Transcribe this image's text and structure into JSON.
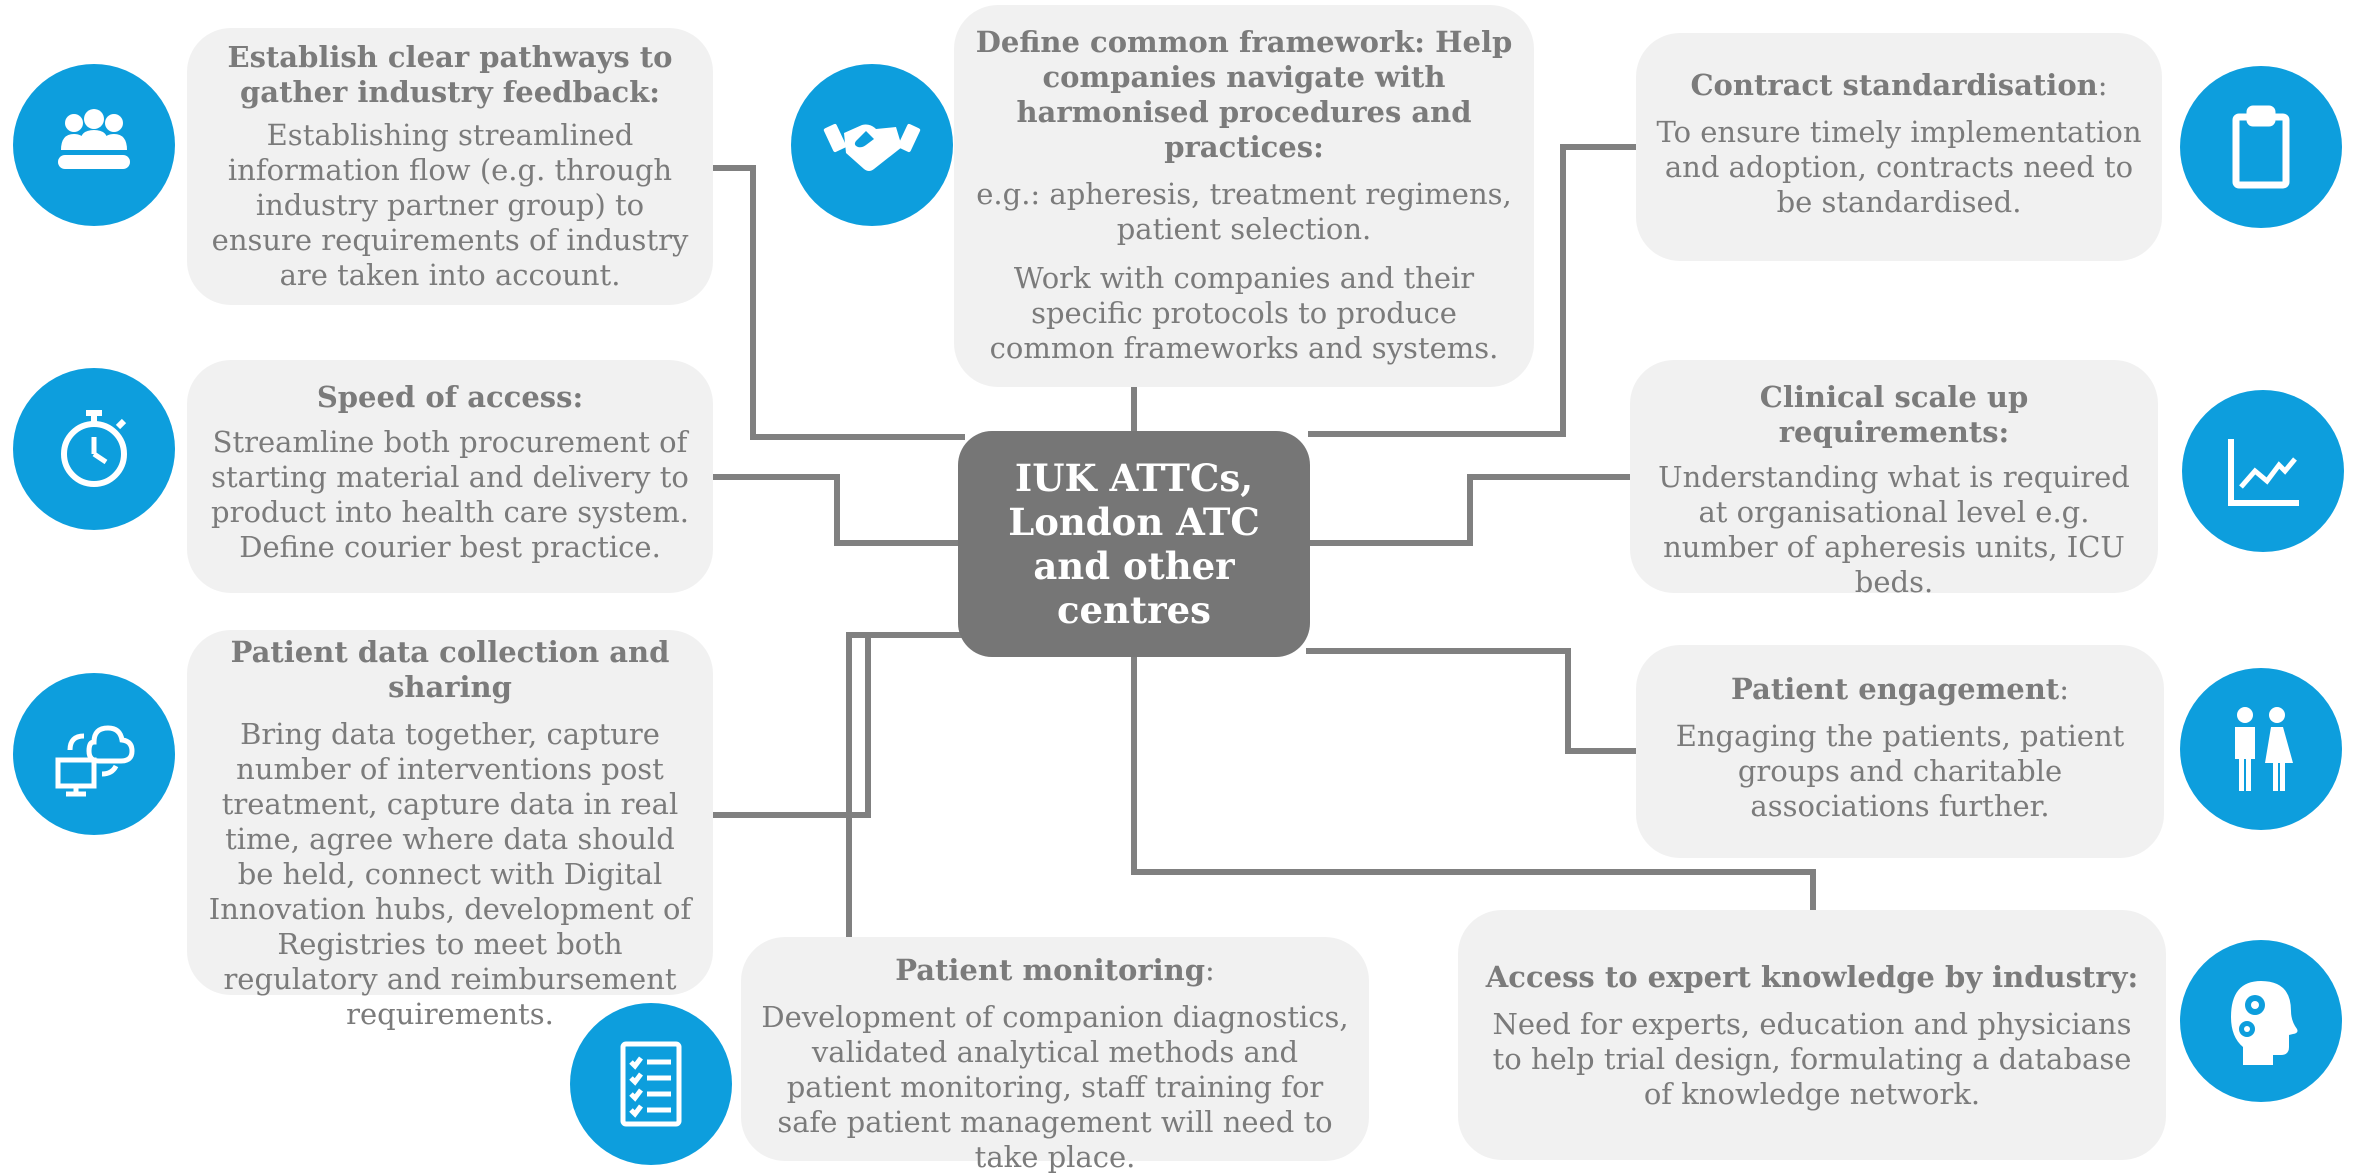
{
  "center": {
    "label": "IUK ATTCs, London ATC and other centres"
  },
  "boxes": {
    "feedback": {
      "title": "Establish clear pathways to gather industry feedback:",
      "title_colon": "",
      "body": "Establishing streamlined information flow (e.g. through industry partner group) to ensure requirements of industry are taken into account."
    },
    "framework": {
      "title": "Define common framework: Help companies navigate with harmonised procedures and practices:",
      "title_colon": "",
      "body1": "e.g.: apheresis, treatment regimens, patient selection.",
      "body2": "Work with companies and their specific protocols to produce common frameworks and systems."
    },
    "contract": {
      "title": "Contract standardisation",
      "title_colon": ":",
      "body": "To ensure timely implementation and adoption, contracts need to be standardised."
    },
    "speed": {
      "title": "Speed of access:",
      "title_colon": "",
      "body": "Streamline both procurement of starting material and delivery to product into health care system. Define courier best practice."
    },
    "clinical": {
      "title": "Clinical scale up requirements:",
      "title_colon": "",
      "body": "Understanding what is required at organisational level e.g. number of apheresis units, ICU beds."
    },
    "data": {
      "title": "Patient data collection and sharing",
      "title_colon": "",
      "body": "Bring data together, capture number of interventions post treatment, capture data in real time, agree where data should be held, connect with Digital Innovation hubs, development of Registries to meet both regulatory and reimbursement requirements."
    },
    "engagement": {
      "title": "Patient engagement",
      "title_colon": ":",
      "body": "Engaging the patients, patient groups and charitable associations further."
    },
    "monitoring": {
      "title": "Patient monitoring",
      "title_colon": ":",
      "body": "Development of companion diagnostics, validated analytical methods and patient monitoring, staff training for safe patient management will need to take place."
    },
    "expert": {
      "title": "Access to expert knowledge by industry:",
      "title_colon": "",
      "body": "Need for experts, education and physicians to help trial design, formulating a database of knowledge network."
    }
  },
  "icons": [
    "group-meeting-icon",
    "handshake-icon",
    "clipboard-icon",
    "stopwatch-icon",
    "growth-chart-icon",
    "cloud-sync-icon",
    "people-icon",
    "checklist-icon",
    "head-gears-icon"
  ],
  "colors": {
    "accent": "#0d9edd",
    "box_fill": "#f1f1f1",
    "center_fill": "#767676",
    "connector": "#808080",
    "text": "#7b7b7b"
  }
}
